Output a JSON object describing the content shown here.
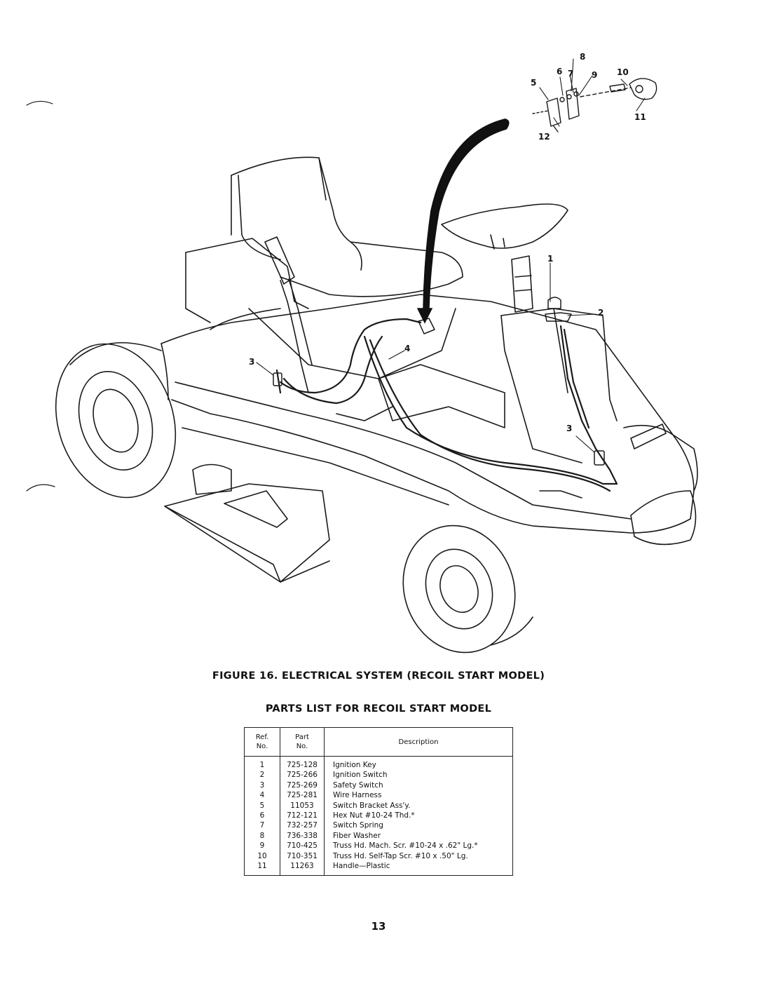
{
  "figure": {
    "callouts": {
      "c1": "1",
      "c2": "2",
      "c3a": "3",
      "c3b": "3",
      "c4": "4",
      "c5": "5",
      "c6": "6",
      "c7": "7",
      "c8": "8",
      "c9": "9",
      "c10": "10",
      "c11": "11",
      "c12": "12"
    },
    "caption": "FIGURE 16. ELECTRICAL SYSTEM (RECOIL START MODEL)"
  },
  "parts_list": {
    "title": "PARTS LIST FOR RECOIL START MODEL",
    "headers": {
      "ref_line1": "Ref.",
      "ref_line2": "No.",
      "part_line1": "Part",
      "part_line2": "No.",
      "description": "Description"
    },
    "rows": [
      {
        "ref": "1",
        "part": "725-128",
        "description": "Ignition Key"
      },
      {
        "ref": "2",
        "part": "725-266",
        "description": "Ignition Switch"
      },
      {
        "ref": "3",
        "part": "725-269",
        "description": "Safety Switch"
      },
      {
        "ref": "4",
        "part": "725-281",
        "description": "Wire Harness"
      },
      {
        "ref": "5",
        "part": "11053",
        "description": "Switch Bracket Ass'y."
      },
      {
        "ref": "6",
        "part": "712-121",
        "description": "Hex Nut #10-24 Thd.*"
      },
      {
        "ref": "7",
        "part": "732-257",
        "description": "Switch Spring"
      },
      {
        "ref": "8",
        "part": "736-338",
        "description": "Fiber Washer"
      },
      {
        "ref": "9",
        "part": "710-425",
        "description": "Truss Hd. Mach. Scr. #10-24 x .62\" Lg.*"
      },
      {
        "ref": "10",
        "part": "710-351",
        "description": "Truss Hd. Self-Tap Scr. #10 x .50\" Lg."
      },
      {
        "ref": "11",
        "part": "11263",
        "description": "Handle—Plastic"
      }
    ]
  },
  "page_number": "13"
}
